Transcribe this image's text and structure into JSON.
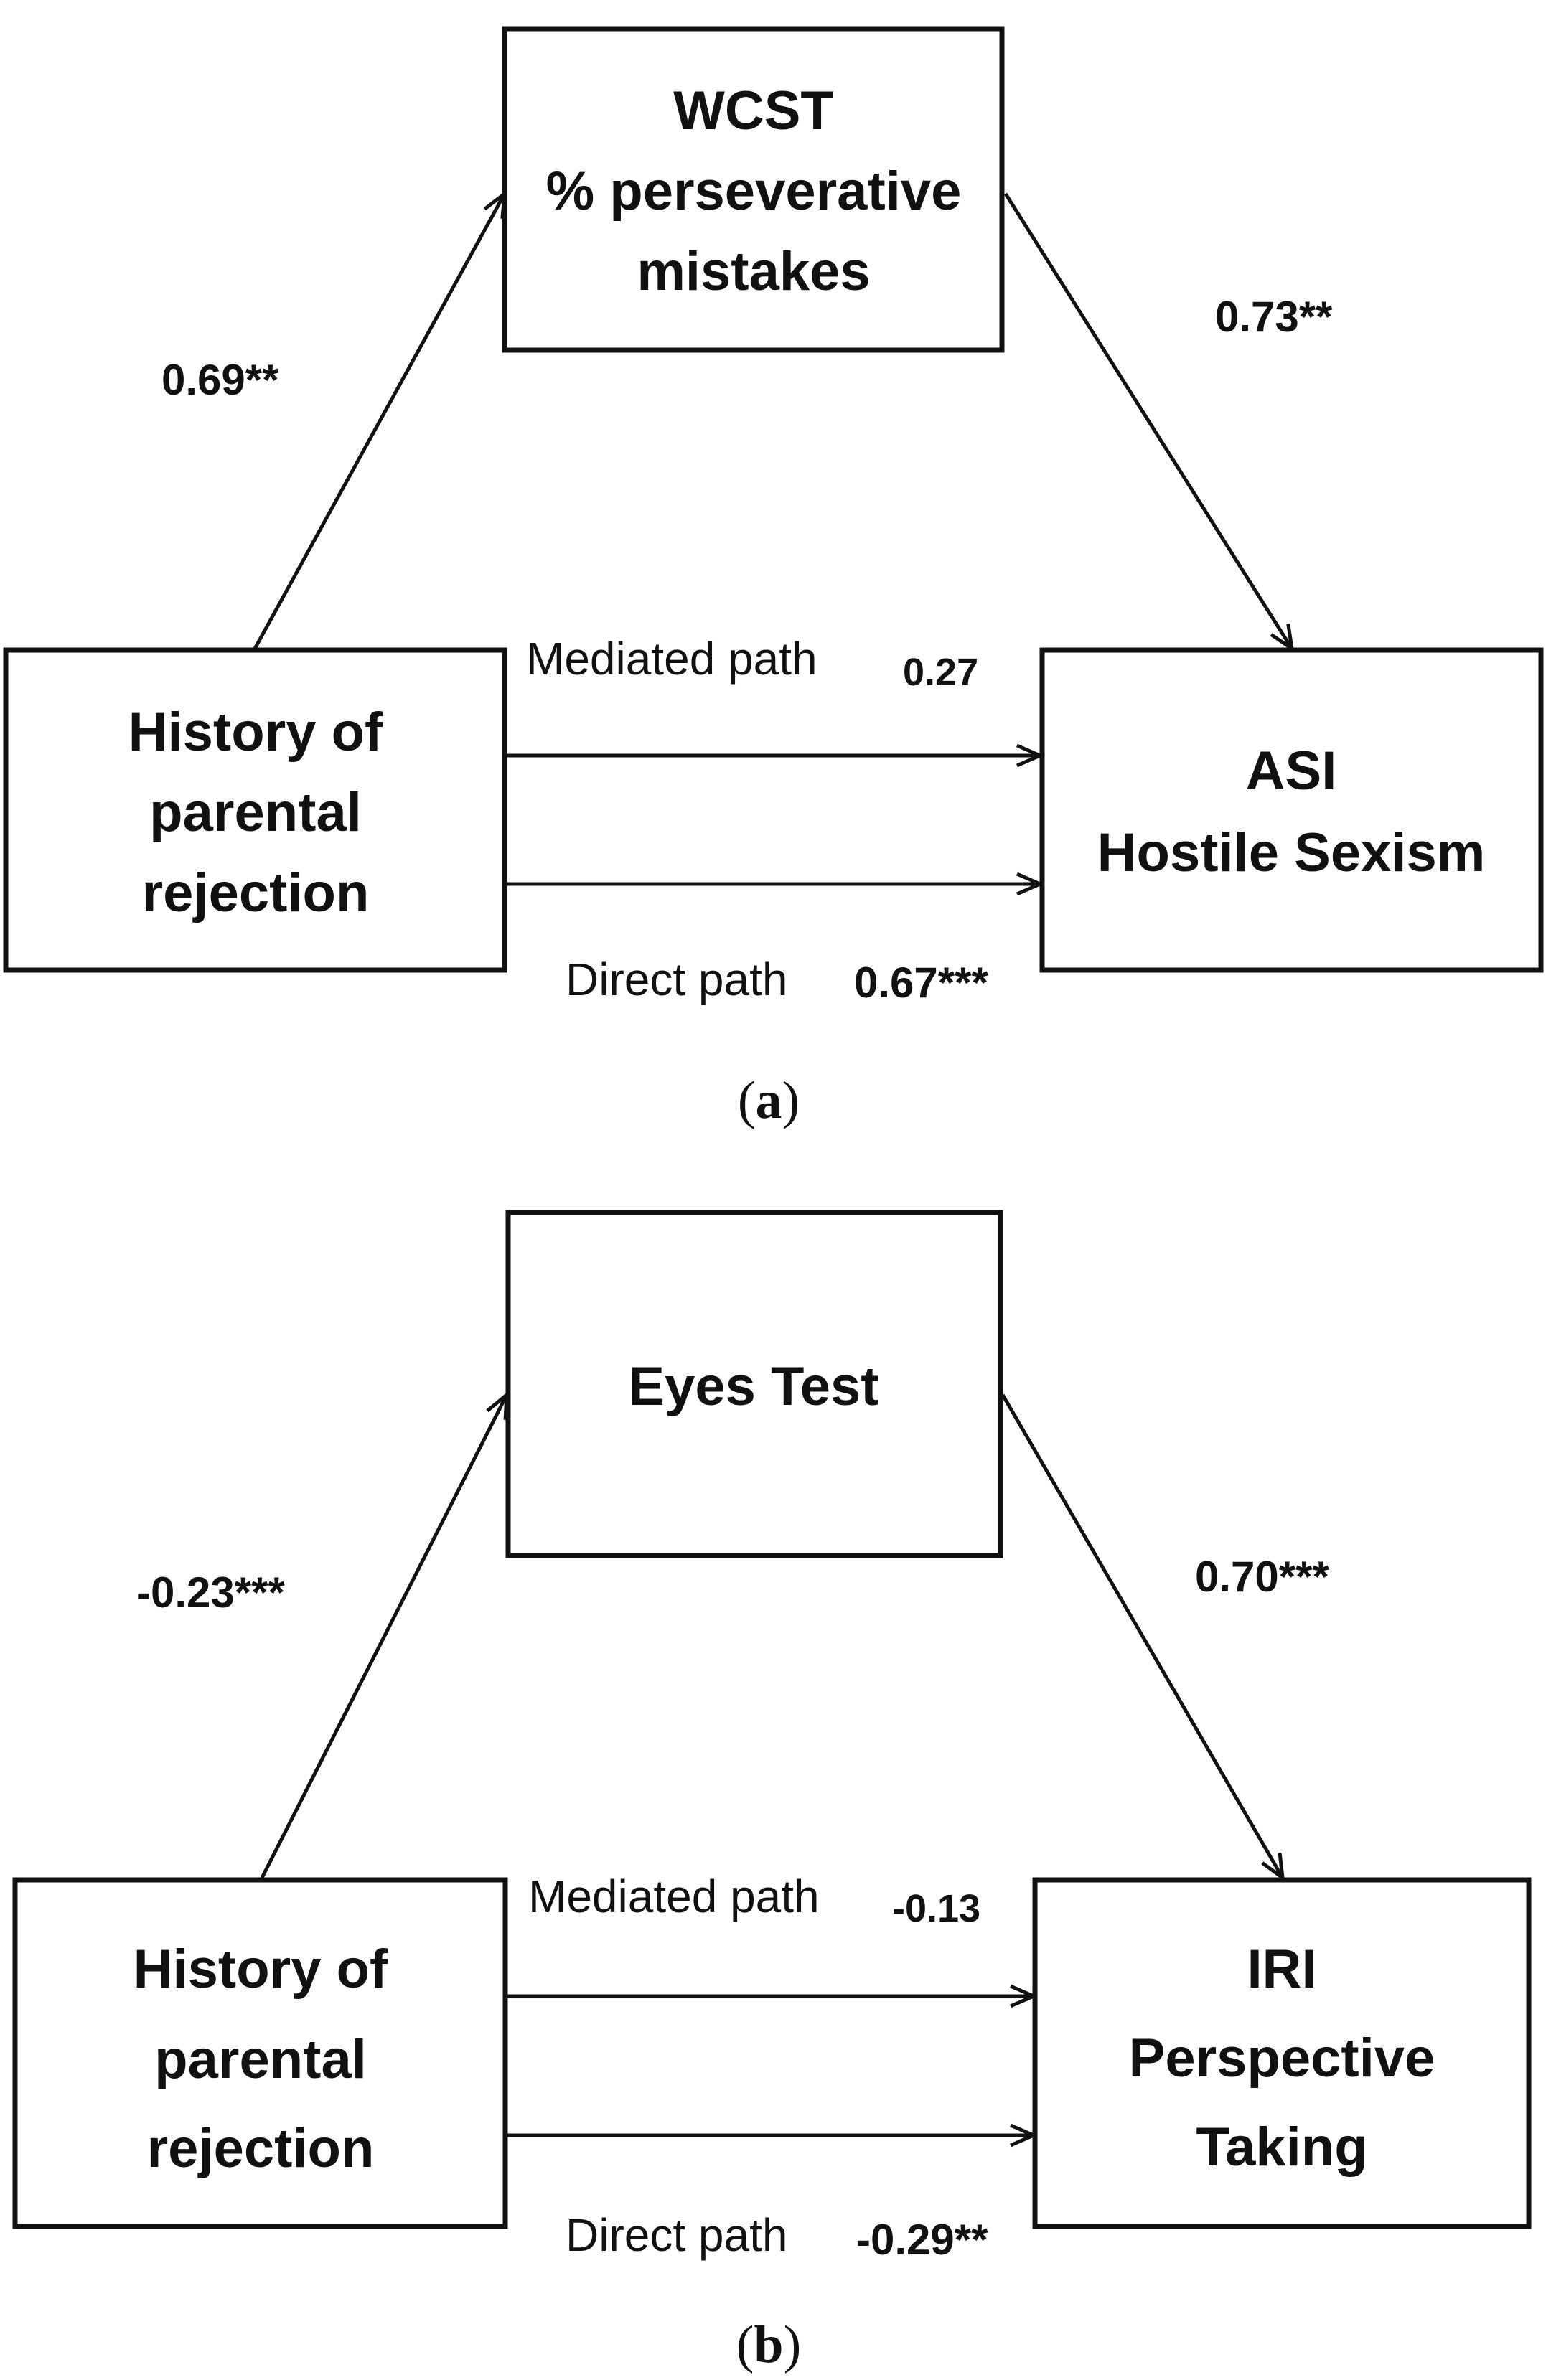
{
  "panels": [
    {
      "id": "a",
      "label_open": "(",
      "label_letter": "a",
      "label_close": ")",
      "mediator": {
        "lines": [
          "WCST",
          "% perseverative",
          "mistakes"
        ]
      },
      "predictor": {
        "lines": [
          "History of",
          "parental",
          "rejection"
        ]
      },
      "outcome": {
        "lines": [
          "ASI",
          "Hostile Sexism"
        ]
      },
      "coef_a": "0.69**",
      "coef_b": "0.73**",
      "mediated_label": "Mediated path",
      "mediated_coef": "0.27",
      "direct_label": "Direct path",
      "direct_coef": "0.67***"
    },
    {
      "id": "b",
      "label_open": "(",
      "label_letter": "b",
      "label_close": ")",
      "mediator": {
        "lines": [
          "Eyes Test"
        ]
      },
      "predictor": {
        "lines": [
          "History of",
          "parental",
          "rejection"
        ]
      },
      "outcome": {
        "lines": [
          "IRI",
          "Perspective",
          "Taking"
        ]
      },
      "coef_a": "-0.23***",
      "coef_b": "0.70***",
      "mediated_label": "Mediated path",
      "mediated_coef": "-0.13",
      "direct_label": "Direct path",
      "direct_coef": "-0.29**"
    }
  ]
}
